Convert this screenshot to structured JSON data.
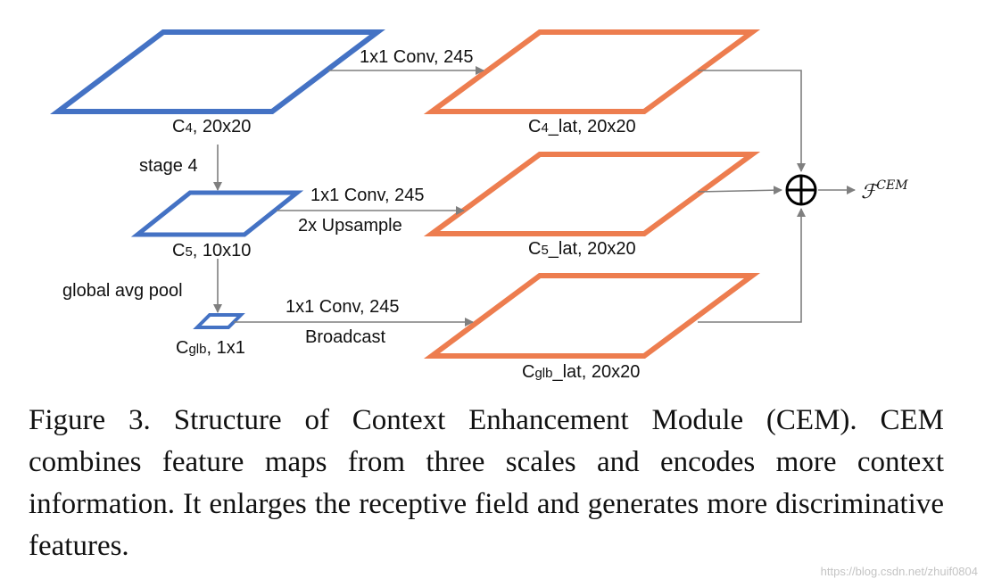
{
  "diagram": {
    "colors": {
      "blue_map": "#4472C4",
      "orange_map": "#ED7D4F",
      "arrow": "#7F7F7F"
    },
    "c4": {
      "main": "C",
      "sub": "4",
      "rest": ", 20x20"
    },
    "c5": {
      "main": "C",
      "sub": "5",
      "rest": ", 10x10"
    },
    "cglb": {
      "main": "C",
      "sub": "glb",
      "rest": ", 1x1"
    },
    "c4lat": {
      "main": "C",
      "sub": "4",
      "rest": "_lat, 20x20"
    },
    "c5lat": {
      "main": "C",
      "sub": "5",
      "rest": "_lat, 20x20"
    },
    "cglblat": {
      "main": "C",
      "sub": "glb",
      "rest": "_lat, 20x20"
    },
    "stage4": "stage 4",
    "global_pool": "global avg pool",
    "conv_top": "1x1 Conv, 245",
    "conv_mid": "1x1 Conv, 245",
    "upsample": "2x Upsample",
    "conv_bot": "1x1 Conv, 245",
    "broadcast": "Broadcast",
    "output": {
      "main": "ℱ",
      "sup": "CEM"
    },
    "sum_icon": "circle-plus-icon"
  },
  "caption": {
    "label": "Figure 3.",
    "text": "Structure of Context Enhancement Module (CEM). CEM combines feature maps from three scales and encodes more context information. It enlarges the receptive field and generates more discriminative features."
  },
  "watermark": "https://blog.csdn.net/zhuif0804"
}
